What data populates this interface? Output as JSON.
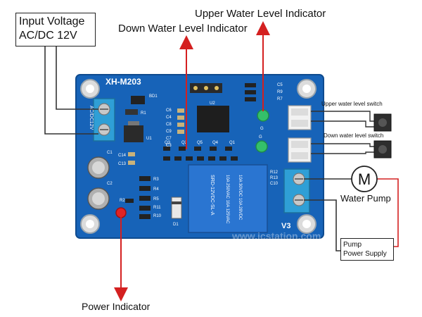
{
  "input_box": {
    "line1": "Input Voltage",
    "line2": "AC/DC 12V"
  },
  "labels": {
    "upper_indicator": "Upper Water Level Indicator",
    "down_indicator": "Down Water Level Indicator",
    "upper_switch": "Upper water level switch",
    "down_switch": "Down water level switch",
    "water_pump": "Water Pump",
    "pump_symbol": "M",
    "power_indicator": "Power Indicator"
  },
  "supply_box": {
    "line1": "Pump",
    "line2": "Power Supply"
  },
  "board": {
    "model": "XH-M203",
    "version": "V3",
    "terminal_label": "AC/DC12V",
    "relay_model": "SRD-12VDC-SL-A",
    "relay_spec1": "10A 250VAC 10A 125VAC",
    "relay_spec2": "10A 30VDC 10A 28VDC",
    "ref": {
      "bd1": "BD1",
      "r1": "R1",
      "u1": "U1",
      "c1": "C1",
      "c2": "C2",
      "c13": "C13",
      "c14": "C14",
      "c3": "C3",
      "c4": "C4",
      "c6": "C6",
      "c7": "C7",
      "c8": "C8",
      "c9": "C9",
      "q3": "Q3",
      "q2": "Q2",
      "q5": "Q5",
      "q4": "Q4",
      "q1": "Q1",
      "u2": "U2",
      "c5": "C5",
      "r9": "R9",
      "r7": "R7",
      "r3": "R3",
      "r4": "R4",
      "r5": "R5",
      "r11": "R11",
      "r10": "R10",
      "r2": "R2",
      "r12": "R12",
      "r13": "R13",
      "c10": "C10",
      "d1": "D1",
      "led_g1": "G",
      "led_g2": "G"
    }
  },
  "watermark": "www.icstation.com",
  "colors": {
    "board": "#1763b8",
    "arrow": "#d42020",
    "wire": "#333333",
    "terminal": "#2f9fd6",
    "led_green": "#34c06a",
    "led_red": "#e02424"
  }
}
